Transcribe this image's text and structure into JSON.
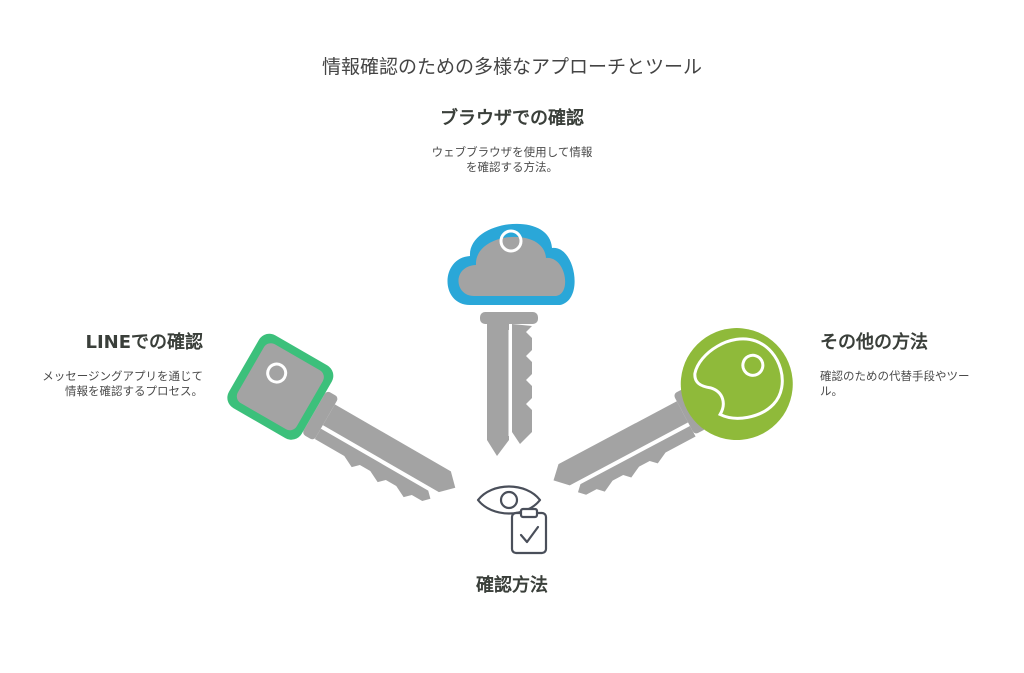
{
  "title": "情報確認のための多様なアプローチとツール",
  "center": {
    "label": "確認方法",
    "icon": "eye-checklist-icon"
  },
  "methods": [
    {
      "id": "browser",
      "heading": "ブラウザでの確認",
      "description_lines": [
        "ウェブブラウザを使用して情報",
        "を確認する方法。"
      ],
      "color": "#2aa7d8",
      "icon": "cloud-key-icon"
    },
    {
      "id": "line",
      "heading": "LINEでの確認",
      "description_lines": [
        "メッセージングアプリを通じて",
        "情報を確認するプロセス。"
      ],
      "color": "#3cc07b",
      "icon": "square-key-icon"
    },
    {
      "id": "other",
      "heading": "その他の方法",
      "description_lines": [
        "確認のための代替手段やツー",
        "ル。"
      ],
      "color": "#8fba3a",
      "icon": "round-key-icon"
    }
  ],
  "key_metal_color": "#a3a3a3"
}
